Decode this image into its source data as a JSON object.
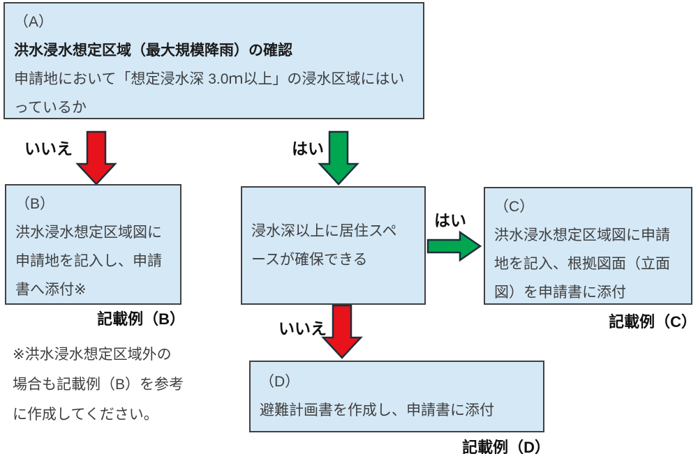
{
  "colors": {
    "box_fill": "#d4e8f6",
    "box_border": "#404040",
    "red": "#e8121a",
    "green": "#00a650",
    "arrow_outline": "#1e2d3d"
  },
  "boxes": {
    "a": {
      "label": "（A）",
      "title": "洪水浸水想定区域（最大規模降雨）の確認",
      "body": "申請地において「想定浸水深 3.0ｍ以上」の浸水区域にはい\nっているか"
    },
    "b": {
      "label": "（B）",
      "body": "洪水浸水想定区域図に\n申請地を記入し、申請\n書へ添付※",
      "caption": "記載例（B）"
    },
    "middle": {
      "body": "浸水深以上に居住スペ\nースが確保できる"
    },
    "c": {
      "label": "（C）",
      "body": "洪水浸水想定区域図に申請\n地を記入、根拠図面（立面\n図）を申請書に添付",
      "caption": "記載例（C）"
    },
    "d": {
      "label": "（D）",
      "body": "避難計画書を作成し、申請書に添付",
      "caption": "記載例（D）"
    }
  },
  "arrows": {
    "a_to_b_label": "いいえ",
    "a_to_middle_label": "はい",
    "middle_to_c_label": "はい",
    "middle_to_d_label": "いいえ"
  },
  "footnote": "※洪水浸水想定区域外の\n場合も記載例（B）を参考\nに作成してください。"
}
